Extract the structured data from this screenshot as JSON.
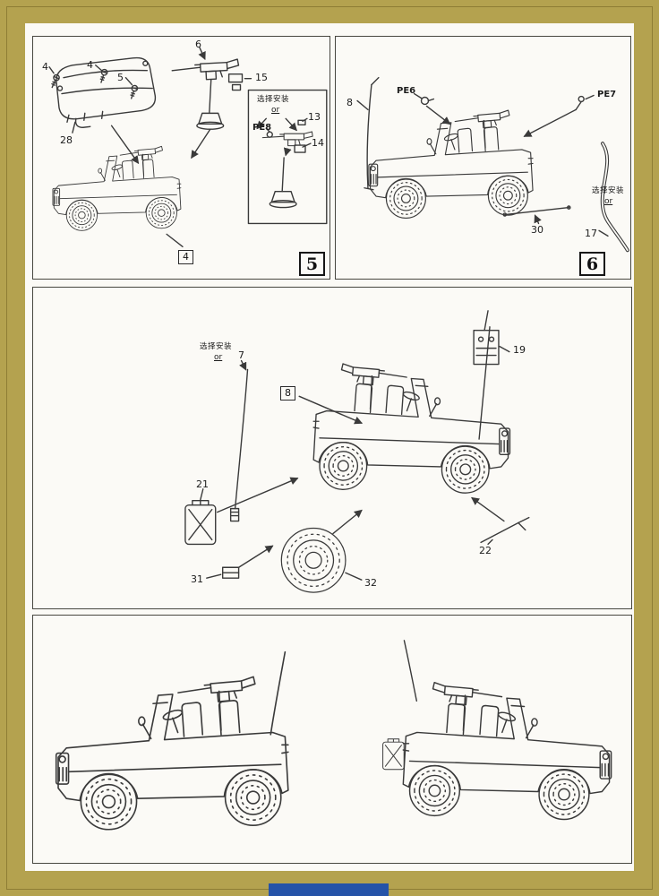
{
  "page": {
    "frame_color": "#b4a24f",
    "paper_color": "#fbfaf6",
    "line_color": "#3a3a3a",
    "footer_bar_color": "#2553a8"
  },
  "step5": {
    "step_number": "5",
    "assembly_callout": "4",
    "labels": {
      "screw_a": "4",
      "screw_b": "4",
      "screw_c": "5",
      "gun": "6",
      "bracket": "15",
      "canvas_top": "28"
    },
    "inset": {
      "optional_cn": "选择安装",
      "optional_or": "or",
      "pe8": "PE8",
      "part13": "13",
      "part14": "14"
    }
  },
  "step6": {
    "step_number": "6",
    "optional_cn": "选择安装",
    "optional_or": "or",
    "labels": {
      "antenna_rod": "8",
      "pe6": "PE6",
      "pe7": "PE7",
      "rod": "30",
      "tube": "17"
    }
  },
  "step7": {
    "assembly_callout": "8",
    "optional_cn": "选择安装",
    "optional_or": "or",
    "labels": {
      "whip_antenna": "7",
      "radio": "19",
      "jerry_can": "21",
      "tool": "22",
      "bracket": "31",
      "spare_tire": "32"
    }
  }
}
